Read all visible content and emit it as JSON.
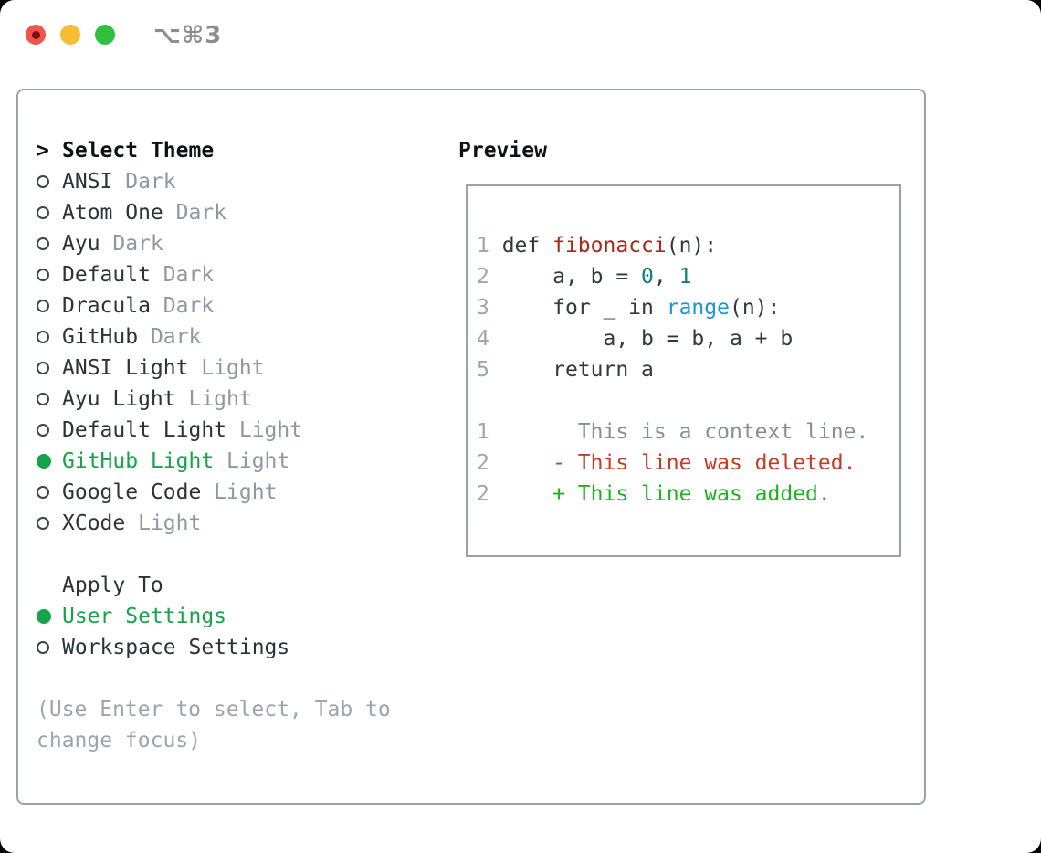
{
  "window": {
    "title": "⌥⌘3"
  },
  "theme_panel": {
    "header_prefix": ">",
    "header": "Select Theme",
    "themes": [
      {
        "name": "ANSI",
        "tag": "Dark",
        "selected": false
      },
      {
        "name": "Atom One",
        "tag": "Dark",
        "selected": false
      },
      {
        "name": "Ayu",
        "tag": "Dark",
        "selected": false
      },
      {
        "name": "Default",
        "tag": "Dark",
        "selected": false
      },
      {
        "name": "Dracula",
        "tag": "Dark",
        "selected": false
      },
      {
        "name": "GitHub",
        "tag": "Dark",
        "selected": false
      },
      {
        "name": "ANSI Light",
        "tag": "Light",
        "selected": false
      },
      {
        "name": "Ayu Light",
        "tag": "Light",
        "selected": false
      },
      {
        "name": "Default Light",
        "tag": "Light",
        "selected": false
      },
      {
        "name": "GitHub Light",
        "tag": "Light",
        "selected": true
      },
      {
        "name": "Google Code",
        "tag": "Light",
        "selected": false
      },
      {
        "name": "XCode",
        "tag": "Light",
        "selected": false
      }
    ],
    "apply_to": {
      "header": "Apply To",
      "options": [
        {
          "name": "User Settings",
          "selected": true
        },
        {
          "name": "Workspace Settings",
          "selected": false
        }
      ]
    },
    "help_lines": [
      "(Use Enter to select, Tab to",
      "change focus)"
    ]
  },
  "preview": {
    "header": "Preview",
    "lines": [
      {
        "num": "1",
        "segs": [
          {
            "t": " def ",
            "c": "plain"
          },
          {
            "t": "fibonacci",
            "c": "func"
          },
          {
            "t": "(n):",
            "c": "plain"
          }
        ]
      },
      {
        "num": "2",
        "segs": [
          {
            "t": "     a, b = ",
            "c": "plain"
          },
          {
            "t": "0",
            "c": "num"
          },
          {
            "t": ", ",
            "c": "plain"
          },
          {
            "t": "1",
            "c": "num"
          }
        ]
      },
      {
        "num": "3",
        "segs": [
          {
            "t": "     for _ in ",
            "c": "plain"
          },
          {
            "t": "range",
            "c": "builtin"
          },
          {
            "t": "(n):",
            "c": "plain"
          }
        ]
      },
      {
        "num": "4",
        "segs": [
          {
            "t": "         a, b = b, a + b",
            "c": "plain"
          }
        ]
      },
      {
        "num": "5",
        "segs": [
          {
            "t": "     return a",
            "c": "plain"
          }
        ]
      },
      {
        "blank": true
      },
      {
        "num": "1",
        "segs": [
          {
            "t": "       This is a context line.",
            "c": "context"
          }
        ]
      },
      {
        "num": "2",
        "segs": [
          {
            "t": "     - This line was deleted.",
            "c": "deleted"
          }
        ]
      },
      {
        "num": "2",
        "segs": [
          {
            "t": "     + This line was added.",
            "c": "added"
          }
        ]
      }
    ]
  },
  "colors": {
    "selection_green": "#17a34a",
    "added_green": "#19b41e",
    "deleted_red": "#c23b22",
    "function_red": "#a52a1a",
    "number_teal": "#107d78",
    "builtin_blue": "#1b96d1",
    "text_dark": "#2d333a",
    "tag_gray": "#8c98a5",
    "help_gray": "#9aa5b1",
    "line_number_gray": "#9ba6b0",
    "border_gray": "#99a3ad",
    "traffic_red": "#f2544d",
    "traffic_yellow": "#f6bd33",
    "traffic_green": "#2fc13e"
  }
}
